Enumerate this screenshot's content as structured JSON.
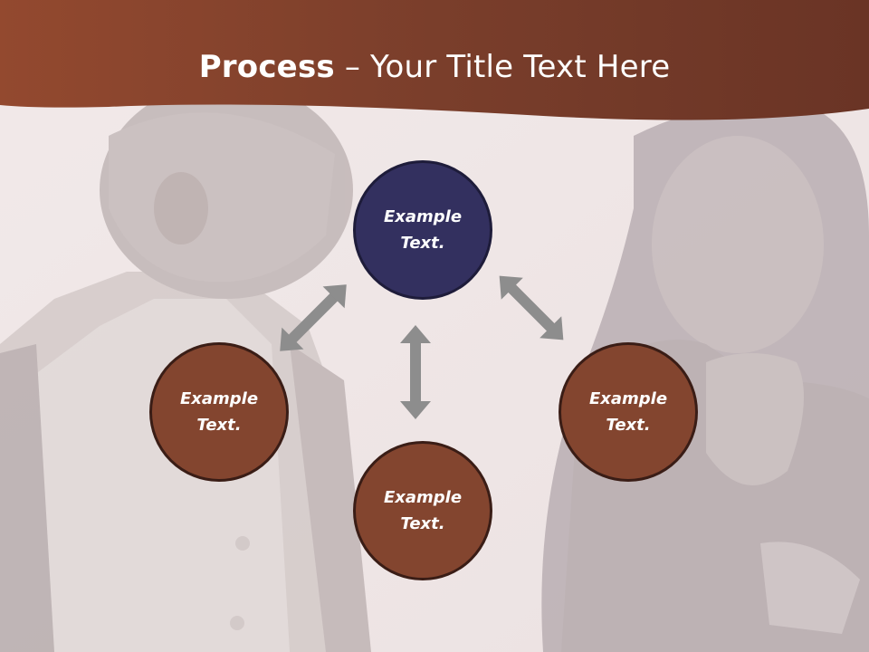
{
  "slide": {
    "title_bold": "Process",
    "title_rest": " – Your Title Text Here"
  },
  "diagram": {
    "nodes": [
      {
        "id": "top",
        "text": "Example Text.",
        "role": "center"
      },
      {
        "id": "left",
        "text": "Example Text.",
        "role": "satellite"
      },
      {
        "id": "bottom",
        "text": "Example Text.",
        "role": "satellite"
      },
      {
        "id": "right",
        "text": "Example Text.",
        "role": "satellite"
      }
    ],
    "edges": [
      {
        "from": "top",
        "to": "left",
        "style": "double-arrow"
      },
      {
        "from": "top",
        "to": "bottom",
        "style": "double-arrow"
      },
      {
        "from": "top",
        "to": "right",
        "style": "double-arrow"
      }
    ]
  },
  "colors": {
    "header_brown": "#6b3526",
    "center_node": "#33305f",
    "satellite_node": "#83452f",
    "node_border": "#3a1d16",
    "arrow": "#8d8d8d"
  }
}
